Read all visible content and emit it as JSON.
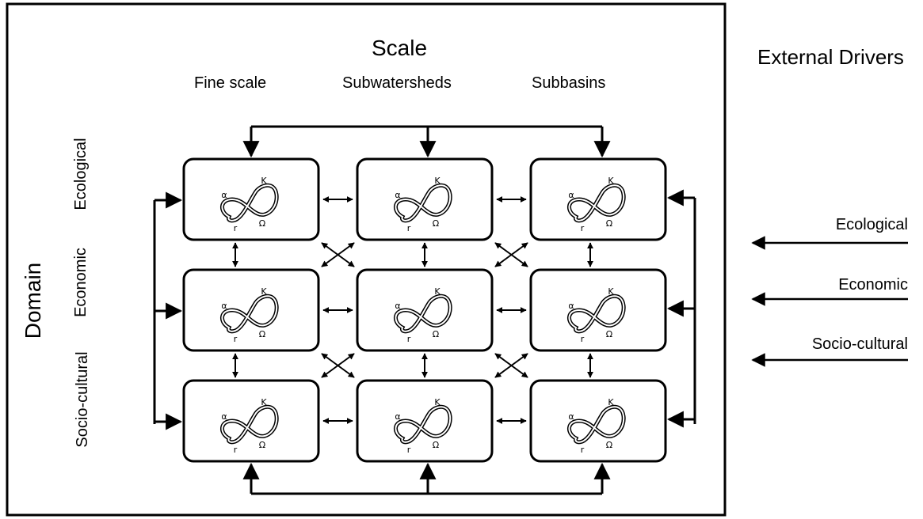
{
  "scale": {
    "title": "Scale",
    "columns": [
      "Fine scale",
      "Subwatersheds",
      "Subbasins"
    ]
  },
  "domain": {
    "title": "Domain",
    "rows": [
      "Ecological",
      "Economic",
      "Socio-cultural"
    ]
  },
  "external_drivers": {
    "title": "External Drivers",
    "items": [
      "Ecological",
      "Economic",
      "Socio-cultural"
    ]
  },
  "cycle": {
    "labels": {
      "alpha": "α",
      "k": "K",
      "r": "r",
      "omega": "Ω"
    }
  }
}
